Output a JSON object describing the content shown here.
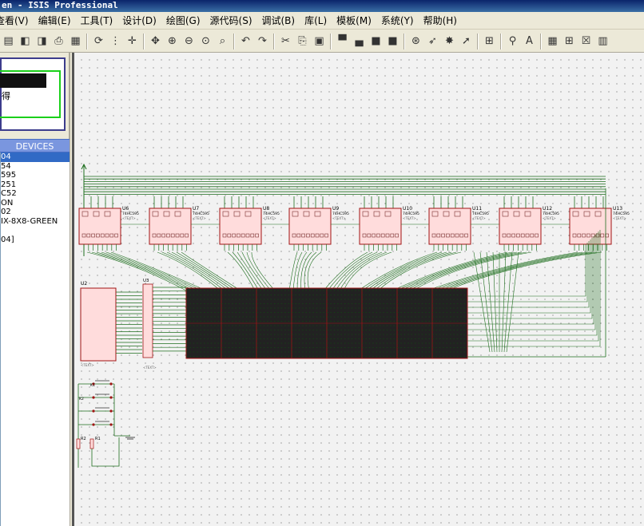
{
  "window": {
    "title": "en - ISIS Professional"
  },
  "menu": [
    "查看(V)",
    "编辑(E)",
    "工具(T)",
    "设计(D)",
    "绘图(G)",
    "源代码(S)",
    "调试(B)",
    "库(L)",
    "模板(M)",
    "系统(Y)",
    "帮助(H)"
  ],
  "toolbar": [
    {
      "name": "save-icon",
      "glyph": "▤"
    },
    {
      "name": "import-icon",
      "glyph": "◧"
    },
    {
      "name": "export-icon",
      "glyph": "◨"
    },
    {
      "name": "print-icon",
      "glyph": "⎙"
    },
    {
      "name": "print-area-icon",
      "glyph": "▦"
    },
    {
      "sep": true
    },
    {
      "name": "refresh-icon",
      "glyph": "⟳"
    },
    {
      "name": "grid-icon",
      "glyph": "⋮"
    },
    {
      "name": "origin-icon",
      "glyph": "✛"
    },
    {
      "sep": true
    },
    {
      "name": "pan-icon",
      "glyph": "✥"
    },
    {
      "name": "zoom-in-icon",
      "glyph": "⊕"
    },
    {
      "name": "zoom-out-icon",
      "glyph": "⊖"
    },
    {
      "name": "zoom-all-icon",
      "glyph": "⊙"
    },
    {
      "name": "zoom-area-icon",
      "glyph": "⌕"
    },
    {
      "sep": true
    },
    {
      "name": "undo-icon",
      "glyph": "↶"
    },
    {
      "name": "redo-icon",
      "glyph": "↷"
    },
    {
      "sep": true
    },
    {
      "name": "cut-icon",
      "glyph": "✂"
    },
    {
      "name": "copy-icon",
      "glyph": "⎘"
    },
    {
      "name": "paste-icon",
      "glyph": "▣"
    },
    {
      "sep": true
    },
    {
      "name": "block-copy-icon",
      "glyph": "▀"
    },
    {
      "name": "block-move-icon",
      "glyph": "▄"
    },
    {
      "name": "block-rotate-icon",
      "glyph": "■"
    },
    {
      "name": "block-delete-icon",
      "glyph": "■"
    },
    {
      "sep": true
    },
    {
      "name": "pick-device-icon",
      "glyph": "⊛"
    },
    {
      "name": "make-device-icon",
      "glyph": "➶"
    },
    {
      "name": "packaging-icon",
      "glyph": "✸"
    },
    {
      "name": "decompose-icon",
      "glyph": "➚"
    },
    {
      "sep": true
    },
    {
      "name": "wire-autorouter-icon",
      "glyph": "⊞"
    },
    {
      "sep": true
    },
    {
      "name": "search-tag-icon",
      "glyph": "⚲"
    },
    {
      "name": "property-tool-icon",
      "glyph": "A"
    },
    {
      "sep": true
    },
    {
      "name": "new-sheet-icon",
      "glyph": "▦"
    },
    {
      "name": "add-sheet-icon",
      "glyph": "⊞"
    },
    {
      "name": "remove-sheet-icon",
      "glyph": "☒"
    },
    {
      "name": "netlist-icon",
      "glyph": "▥"
    }
  ],
  "devices": {
    "header": "DEVICES",
    "items": [
      "04",
      "54",
      "595",
      "251",
      "C52",
      "ON",
      "02",
      "IX-8X8-GREEN",
      "",
      "04]"
    ],
    "selected_index": 0
  },
  "overview": {
    "label": "得"
  },
  "schematic": {
    "shift_registers": [
      "U6",
      "U7",
      "U8",
      "U9",
      "U10",
      "U11",
      "U12",
      "U13"
    ],
    "part_value": "74HC595",
    "text_placeholder": "<TEXT>",
    "mcu_ref": "U2",
    "buffer_ref": "U3",
    "matrix_blocks": 8,
    "buttons": [
      "K1",
      "K2"
    ],
    "resistors": [
      "R2",
      "R1"
    ],
    "colors": {
      "wire": "#1e6e1e",
      "part_border": "#a01414",
      "part_fill": "#ffdcdc",
      "matrix": "#222222",
      "led": "#0a5a0a"
    }
  }
}
